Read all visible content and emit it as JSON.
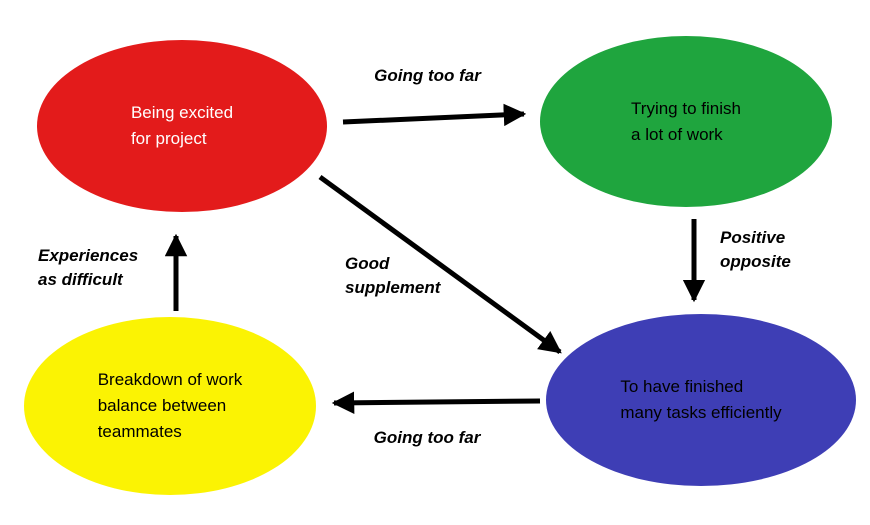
{
  "diagram": {
    "background": "#ffffff",
    "arrow_color": "#000000",
    "nodes": [
      {
        "id": "excited",
        "label": "Being excited\nfor project",
        "color": "#e31b1b",
        "text_color": "#ffffff"
      },
      {
        "id": "trying",
        "label": "Trying to finish\na lot of work",
        "color": "#1fa53e",
        "text_color": "#000000"
      },
      {
        "id": "finished",
        "label": "To have finished\nmany tasks efficiently",
        "color": "#3e3eb5",
        "text_color": "#000000"
      },
      {
        "id": "breakdown",
        "label": "Breakdown of work\nbalance between\nteammates",
        "color": "#fbf303",
        "text_color": "#000000"
      }
    ],
    "edges": [
      {
        "from": "excited",
        "to": "trying",
        "label": "Going too far"
      },
      {
        "from": "trying",
        "to": "finished",
        "label": "Positive\nopposite"
      },
      {
        "from": "excited",
        "to": "finished",
        "label": "Good\nsupplement"
      },
      {
        "from": "finished",
        "to": "breakdown",
        "label": "Going too far"
      },
      {
        "from": "breakdown",
        "to": "excited",
        "label": "Experiences\nas difficult"
      }
    ]
  }
}
